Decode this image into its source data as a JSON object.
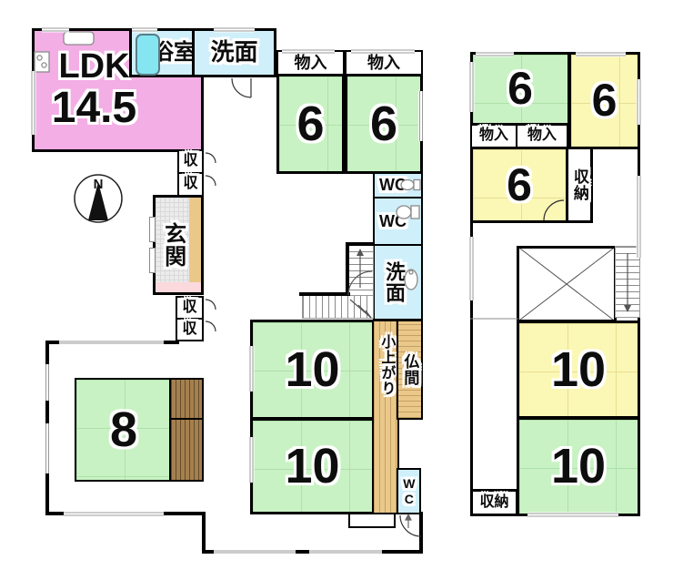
{
  "compass": {
    "label": "N"
  },
  "colors": {
    "wall": "#000000",
    "tatami_green": "#c9f2c4",
    "tatami_yellow": "#fbf7b4",
    "ldk_pink": "#f3aee5",
    "wet_area_blue": "#cfeffa",
    "bathtub_cyan": "#85e6f2",
    "wood_tan": "#eac88a",
    "board_brown": "#a5804f",
    "genkan_pink": "#fbd9dd"
  },
  "floor1": {
    "ldk": {
      "label": "LDK",
      "size": "14.5"
    },
    "bath": {
      "label": "浴室"
    },
    "washroom_top": {
      "label": "洗面"
    },
    "storage_top_a": {
      "label": "物入"
    },
    "storage_top_b": {
      "label": "物入"
    },
    "tatami6_a": {
      "label": "6"
    },
    "tatami6_b": {
      "label": "6"
    },
    "wc_upper": {
      "label": "WC"
    },
    "wc_mid": {
      "label": "WC"
    },
    "washroom_mid": {
      "label": "洗面"
    },
    "closet_n1": {
      "label": "収"
    },
    "closet_n2": {
      "label": "収"
    },
    "genkan": {
      "label": "玄関"
    },
    "closet_s1": {
      "label": "収"
    },
    "closet_s2": {
      "label": "収"
    },
    "tatami8": {
      "label": "8"
    },
    "tatami10_a": {
      "label": "10"
    },
    "tatami10_b": {
      "label": "10"
    },
    "koagari": {
      "label": "小上がり"
    },
    "butsuma": {
      "label": "仏間"
    },
    "wc_lower": {
      "label": "WC"
    }
  },
  "floor2": {
    "tatami6_nw": {
      "label": "6"
    },
    "tatami6_ne": {
      "label": "6"
    },
    "storage_a": {
      "label": "物入"
    },
    "storage_b": {
      "label": "物入"
    },
    "tatami6_mid": {
      "label": "6"
    },
    "closet_upper": {
      "label": "収納"
    },
    "tatami10_yellow": {
      "label": "10"
    },
    "tatami10_green": {
      "label": "10"
    },
    "closet_lower": {
      "label": "収納"
    }
  }
}
